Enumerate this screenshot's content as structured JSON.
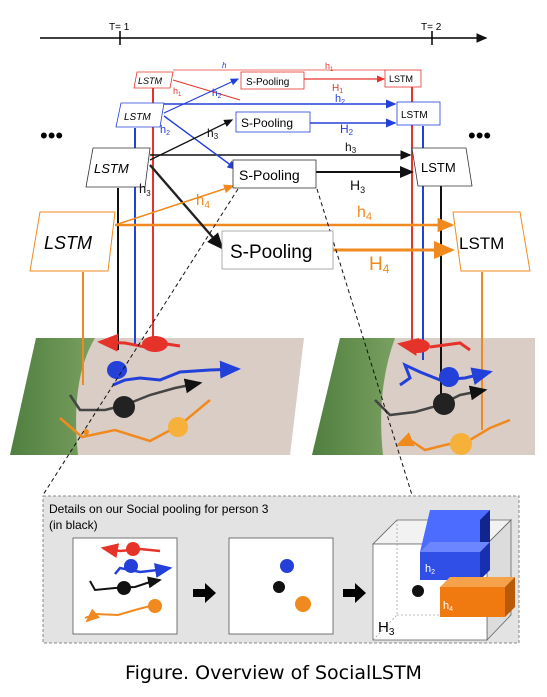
{
  "timeline": {
    "t1": "T= 1",
    "t2": "T= 2"
  },
  "ellipsis": "•••",
  "lstm": "LSTM",
  "spool": "S-Pooling",
  "hidden": {
    "h_blank": "h",
    "h": "h",
    "H": "H",
    "s1": "1",
    "s2": "2",
    "s3": "3",
    "s4": "4"
  },
  "detail": {
    "title_line1": "Details on our Social pooling for person 3",
    "title_line2": "(in black)",
    "grid_h": "H",
    "grid_sub": "3",
    "cube_h": "h",
    "cube_s2": "2",
    "cube_s4": "4"
  },
  "caption": "Figure. Overview of SocialLSTM",
  "colors": {
    "red": "#e5332a",
    "blue": "#2340d9",
    "black": "#111111",
    "orange": "#f08a1e",
    "grass": "#5c8a4a",
    "ground": "#d8ccc4"
  },
  "icons": {
    "arrow": "right-arrow-icon"
  }
}
